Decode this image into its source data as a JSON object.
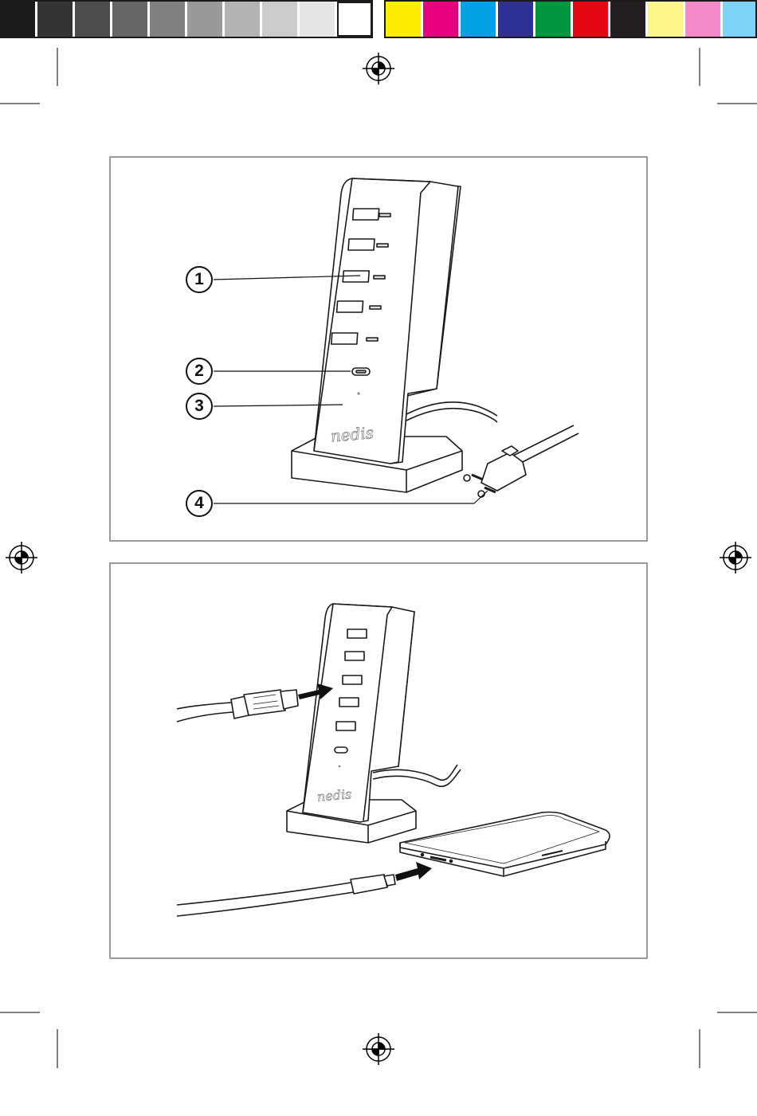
{
  "print_marks": {
    "grayscale_swatches": [
      "#1a1a1a",
      "#333333",
      "#4d4d4d",
      "#666666",
      "#808080",
      "#999999",
      "#b3b3b3",
      "#cccccc",
      "#e6e6e6",
      "#ffffff"
    ],
    "color_swatches": [
      "#ffed00",
      "#e6007e",
      "#00a0e3",
      "#2e3192",
      "#009640",
      "#e30613",
      "#231f20",
      "#fff689",
      "#f58ac9",
      "#7fd3f7"
    ]
  },
  "figure1": {
    "callouts": [
      {
        "label": "1",
        "target": "usb-a-port"
      },
      {
        "label": "2",
        "target": "usb-c-port"
      },
      {
        "label": "3",
        "target": "led-indicator"
      },
      {
        "label": "4",
        "target": "power-plug"
      }
    ],
    "brand_logo": "nedis"
  },
  "figure2": {
    "brand_logo": "nedis"
  },
  "colors": {
    "line": "#1a1a1a",
    "panel_border": "#9a9a9a"
  }
}
